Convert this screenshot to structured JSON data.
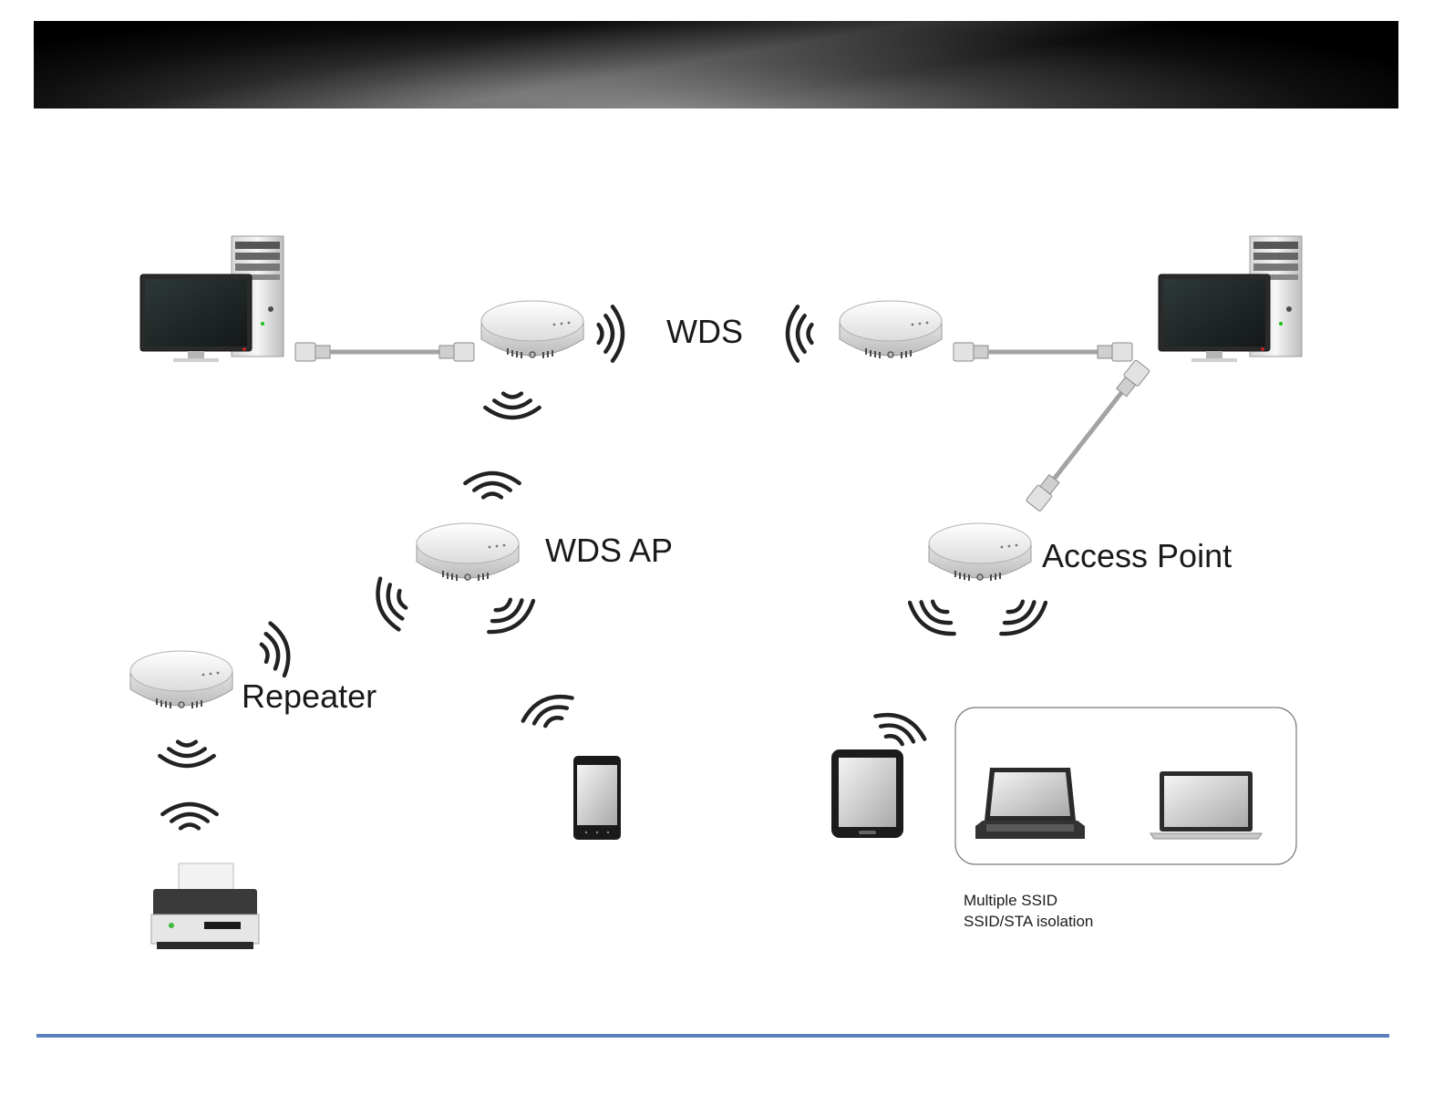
{
  "labels": {
    "wds": "WDS",
    "wds_ap": "WDS AP",
    "access_point": "Access Point",
    "repeater": "Repeater",
    "features": [
      "Multiple SSID",
      "SSID/STA isolation"
    ]
  },
  "colors": {
    "header_dark": "#000000",
    "footer_rule": "#5b7fc0",
    "device_white": "#f2f2f2",
    "cable_gray": "#9a9a9a"
  },
  "icons": [
    "desktop-computer-icon",
    "access-point-icon",
    "ethernet-cable-icon",
    "wifi-signal-icon",
    "smartphone-icon",
    "tablet-icon",
    "laptop-icon",
    "printer-icon"
  ]
}
